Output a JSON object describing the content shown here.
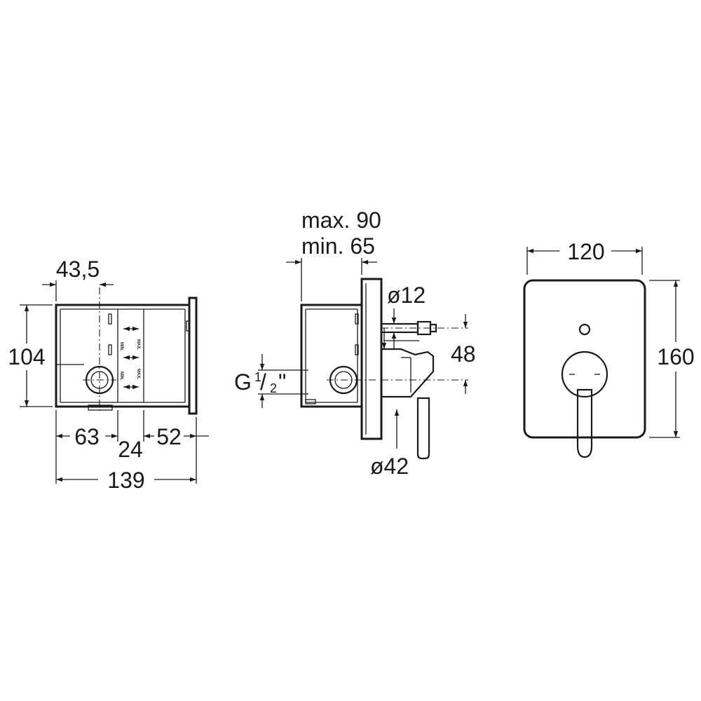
{
  "dimensions": {
    "box_offset": "43,5",
    "box_height": "104",
    "seg_left": "63",
    "seg_mid": "24",
    "seg_right": "52",
    "total_width": "139",
    "depth_max": "max. 90",
    "depth_min": "min. 65",
    "diverter_dia": "ø12",
    "vertical_offset": "48",
    "thread_letter": "G",
    "thread_num": "1",
    "thread_den": "2",
    "thread_quote": "\"",
    "handle_dia": "ø42",
    "plate_width": "120",
    "plate_height": "160"
  },
  "box_markings": {
    "min_left": "MIN.",
    "max_left": "MAX.",
    "min_right": "MIN.",
    "max_right": "MAX."
  }
}
